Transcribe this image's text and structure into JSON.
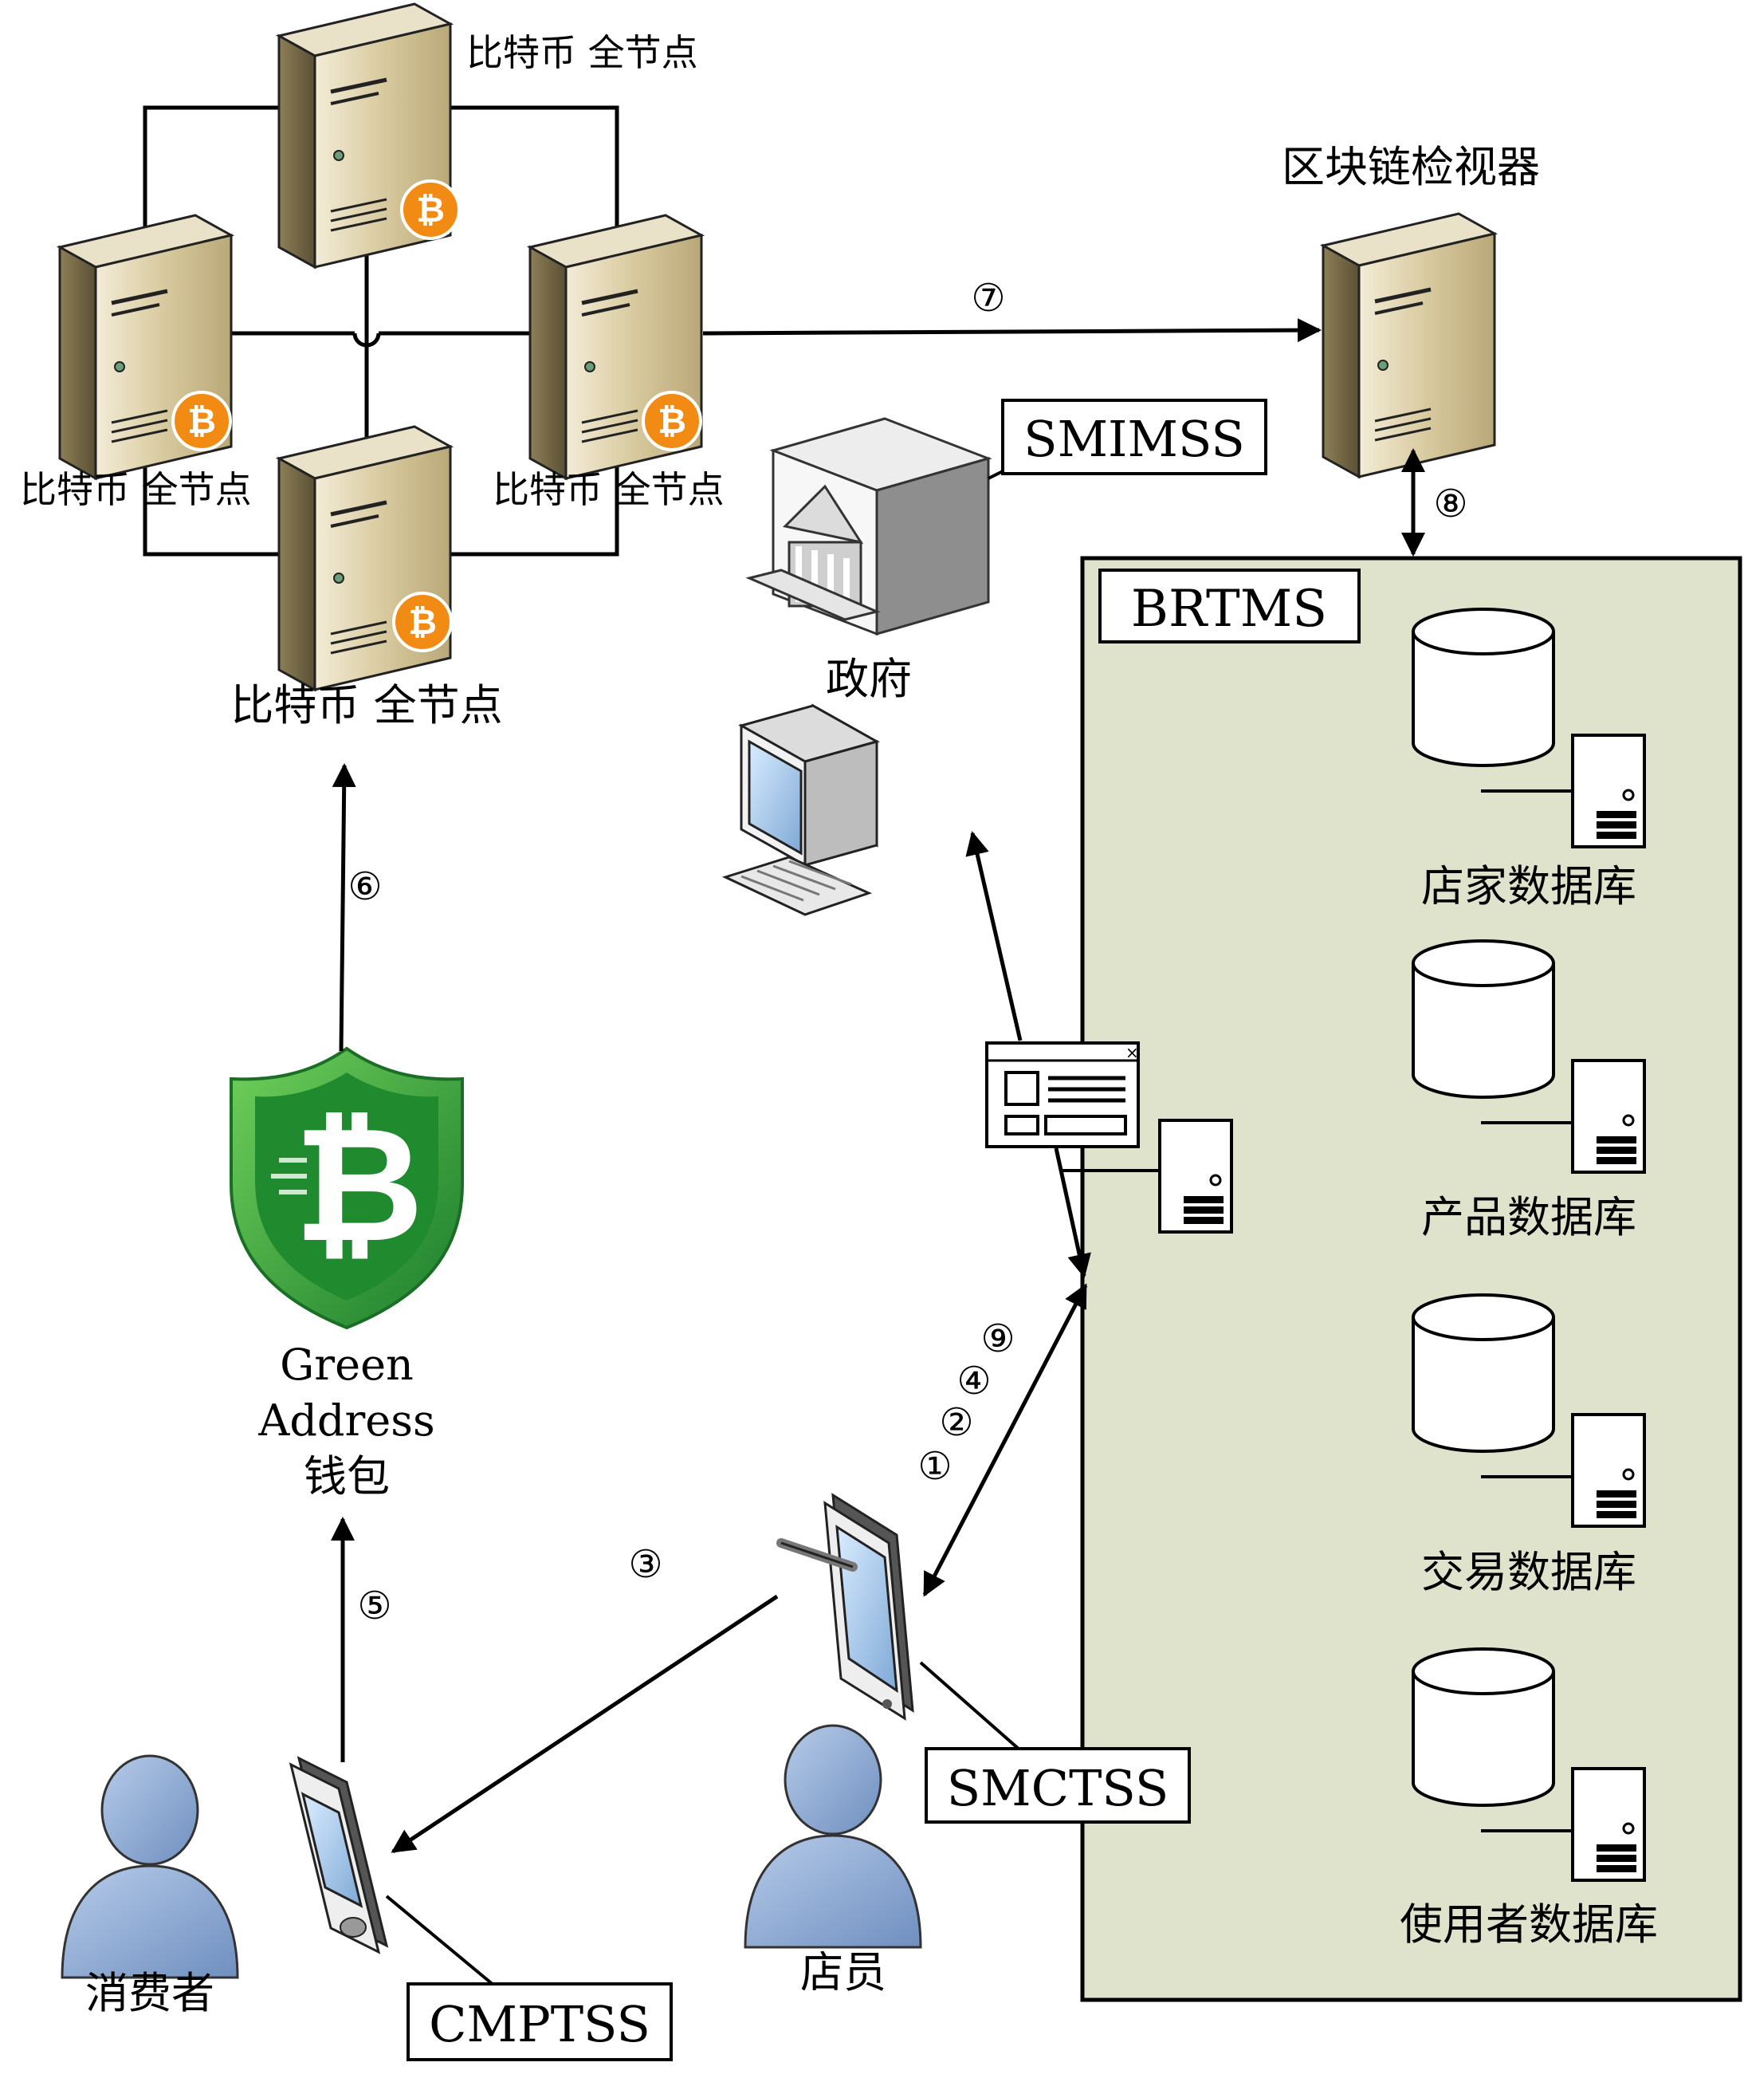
{
  "nodes": {
    "full_node_top": "比特币 全节点",
    "full_node_left": "比特币 全节点",
    "full_node_right": "比特币 全节点",
    "full_node_bottom": "比特币 全节点",
    "explorer": "区块链检视器",
    "government": "政府",
    "wallet_line1": "Green",
    "wallet_line2": "Address",
    "wallet_line3": "钱包",
    "consumer": "消费者",
    "clerk": "店员"
  },
  "systems": {
    "smimss": "SMIMSS",
    "brtms": "BRTMS",
    "smctss": "SMCTSS",
    "cmptss": "CMPTSS"
  },
  "databases": [
    {
      "label": "店家数据库"
    },
    {
      "label": "产品数据库"
    },
    {
      "label": "交易数据库"
    },
    {
      "label": "使用者数据库"
    }
  ],
  "steps": {
    "s1": "①",
    "s2": "②",
    "s3": "③",
    "s4": "④",
    "s5": "⑤",
    "s6": "⑥",
    "s7": "⑦",
    "s8": "⑧",
    "s9": "⑨"
  },
  "colors": {
    "brtms_panel": "#dfe3cc",
    "server_body": "#c9bc95",
    "bitcoin_orange": "#f28b14",
    "shield_green": "#2f9e3a",
    "person_blue": "#8ea9d2"
  },
  "icons": [
    "server-icon",
    "bitcoin-badge-icon",
    "government-building-icon",
    "computer-icon",
    "shield-bitcoin-icon",
    "tablet-icon",
    "phone-icon",
    "person-icon",
    "database-icon",
    "window-icon"
  ]
}
